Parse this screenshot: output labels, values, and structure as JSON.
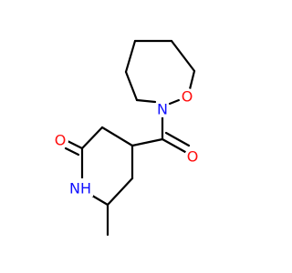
{
  "molecule": {
    "atoms": {
      "N_ring7": {
        "symbol": "N",
        "color": "#1010ff"
      },
      "O_ring7": {
        "symbol": "O",
        "color": "#ff0d0d"
      },
      "O_amide": {
        "symbol": "O",
        "color": "#ff0d0d"
      },
      "O_lactam": {
        "symbol": "O",
        "color": "#ff0d0d"
      },
      "NH_lactam": {
        "symbol": "NH",
        "color": "#1010ff"
      }
    }
  }
}
